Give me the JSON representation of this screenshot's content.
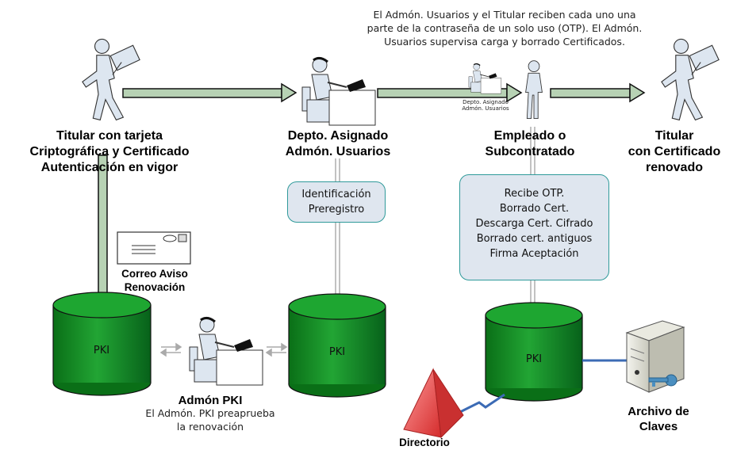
{
  "nodes": {
    "titular_inicial": "Titular con tarjeta\nCriptográfica y Certificado\nAutenticación en vigor",
    "depto_asignado": "Depto. Asignado\nAdmón. Usuarios",
    "empleado": "Empleado o\nSubcontratado",
    "titular_renovado": "Titular\ncon Certificado\nrenovado",
    "depto_mini": "Depto. Asignado\nAdmón. Usuarios",
    "admon_pki": "Admón PKI",
    "archivo_claves": "Archivo de\nClaves",
    "directorio": "Directorio",
    "correo": "Correo Aviso\nRenovación"
  },
  "notes": {
    "top": "El Admón. Usuarios y el Titular reciben cada uno una\nparte de la contraseña de un solo uso (OTP). El Admón.\nUsuarios supervisa carga y borrado Certificados.",
    "admon_pki": "El Admón. PKI preaprueba\nla renovación"
  },
  "boxes": {
    "identificacion": "Identificación\nPreregistro",
    "empleado_tasks": "Recibe OTP.\nBorrado Cert.\nDescarga Cert. Cifrado\nBorrado cert. antiguos\nFirma Aceptación"
  },
  "pki": [
    "PKI",
    "PKI",
    "PKI"
  ],
  "colors": {
    "cylinder": "#0e8a1e",
    "arrow": "#b7d2b4",
    "box_fill": "#dfe6ef",
    "box_border": "#2f9a9a",
    "link": "#3c6bb5",
    "pyramid": "#e04a4a"
  },
  "icons": [
    "person-icon",
    "envelope-icon",
    "admin-desk-icon",
    "server-icon",
    "key-icon",
    "directory-pyramid-icon",
    "lightning-link-icon"
  ]
}
